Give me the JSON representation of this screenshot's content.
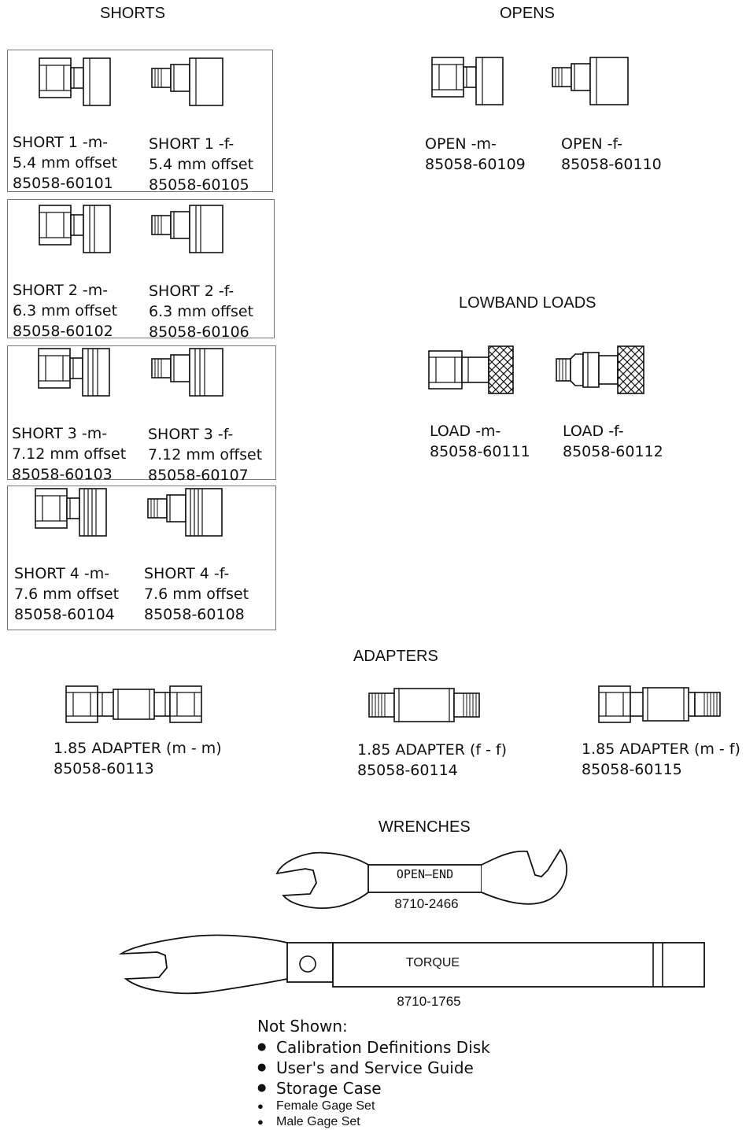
{
  "sections": {
    "shorts": "SHORTS",
    "opens": "OPENS",
    "lowband_loads": "LOWBAND LOADS",
    "adapters": "ADAPTERS",
    "wrenches": "WRENCHES"
  },
  "shorts": [
    {
      "m": {
        "name": "SHORT 1 -m-",
        "offset": "5.4 mm offset",
        "part": "85058-60101"
      },
      "f": {
        "name": "SHORT 1 -f-",
        "offset": "5.4 mm offset",
        "part": "85058-60105"
      }
    },
    {
      "m": {
        "name": "SHORT 2 -m-",
        "offset": "6.3  mm offset",
        "part": "85058-60102"
      },
      "f": {
        "name": "SHORT 2  -f-",
        "offset": "6.3 mm offset",
        "part": "85058-60106"
      }
    },
    {
      "m": {
        "name": "SHORT 3 -m-",
        "offset": "7.12 mm offset",
        "part": "85058-60103"
      },
      "f": {
        "name": "SHORT 3  -f-",
        "offset": "7.12 mm offset",
        "part": "85058-60107"
      }
    },
    {
      "m": {
        "name": "SHORT 4 -m-",
        "offset": "7.6 mm offset",
        "part": "85058-60104"
      },
      "f": {
        "name": "SHORT 4  -f-",
        "offset": "7.6 mm offset",
        "part": "85058-60108"
      }
    }
  ],
  "opens": [
    {
      "name": "OPEN -m-",
      "part": "85058-60109"
    },
    {
      "name": "OPEN -f-",
      "part": "85058-60110"
    }
  ],
  "loads": [
    {
      "name": "LOAD -m-",
      "part": "85058-60111"
    },
    {
      "name": "LOAD -f-",
      "part": "85058-60112"
    }
  ],
  "adapters": [
    {
      "name": "1.85 ADAPTER (m - m)",
      "part": "85058-60113"
    },
    {
      "name": "1.85 ADAPTER (f - f)",
      "part": "85058-60114"
    },
    {
      "name": "1.85 ADAPTER (m - f)",
      "part": "85058-60115"
    }
  ],
  "wrenches": {
    "open_end": {
      "label": "OPEN–END",
      "part": "8710-2466"
    },
    "torque": {
      "label": "TORQUE",
      "part": "8710-1765"
    }
  },
  "not_shown": {
    "title": "Not Shown:",
    "items": [
      "Calibration Definitions Disk",
      "User's and Service Guide",
      "Storage Case"
    ],
    "small_items": [
      "Female Gage Set",
      "Male Gage Set"
    ]
  }
}
